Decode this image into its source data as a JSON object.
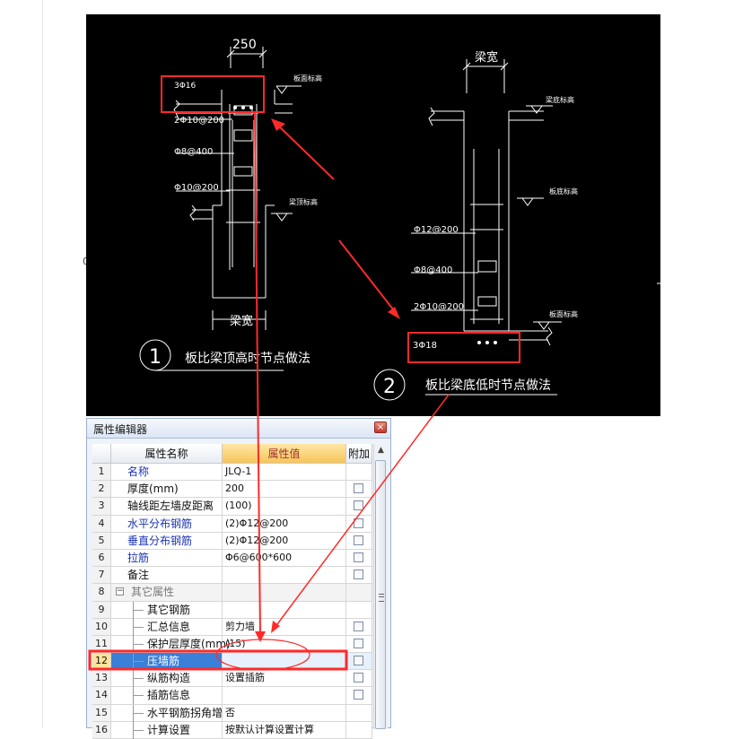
{
  "left_edge_text": "0",
  "drawing": {
    "dim_250": "250",
    "beam_width_top": "梁宽",
    "beam_width_bottom": "梁宽",
    "elev_board_top": "板面标高",
    "elev_beam_top": "梁顶标高",
    "elev_beam_bottom": "梁底标高",
    "elev_board_left": "板底标高",
    "elev_board_right": "板面标高",
    "rebar_3_16": "3Φ16",
    "rebar_2_10_200_left": "2Φ10@200",
    "rebar_8_400_left": "Φ8@400",
    "rebar_10_200_left": "Φ10@200",
    "rebar_12_200": "Φ12@200",
    "rebar_8_400_right": "Φ8@400",
    "rebar_2_10_200_right": "2Φ10@200",
    "rebar_3_18": "3Φ18",
    "circle_1": "1",
    "circle_2": "2",
    "caption_1": "板比梁顶高时节点做法",
    "caption_2": "板比梁底低时节点做法"
  },
  "property_editor": {
    "title": "属性编辑器",
    "close_label": "×",
    "headers": {
      "name": "属性名称",
      "value": "属性值",
      "extra": "附加"
    },
    "rows": [
      {
        "num": "1",
        "name": "名称",
        "value": "JLQ-1",
        "checkbox": false,
        "style": "blue"
      },
      {
        "num": "2",
        "name": "厚度(mm)",
        "value": "200",
        "checkbox": true,
        "style": "normal"
      },
      {
        "num": "3",
        "name": "轴线距左墙皮距离",
        "value": "(100)",
        "checkbox": true,
        "style": "normal"
      },
      {
        "num": "4",
        "name": "水平分布钢筋",
        "value": "(2)Φ12@200",
        "checkbox": true,
        "style": "blue"
      },
      {
        "num": "5",
        "name": "垂直分布钢筋",
        "value": "(2)Φ12@200",
        "checkbox": true,
        "style": "blue"
      },
      {
        "num": "6",
        "name": "拉筋",
        "value": "Φ6@600*600",
        "checkbox": true,
        "style": "blue"
      },
      {
        "num": "7",
        "name": "备注",
        "value": "",
        "checkbox": true,
        "style": "normal"
      },
      {
        "num": "8",
        "name": "其它属性",
        "value": "",
        "checkbox": false,
        "style": "group",
        "expander": "−"
      },
      {
        "num": "9",
        "name": "其它钢筋",
        "value": "",
        "checkbox": false,
        "style": "sub"
      },
      {
        "num": "10",
        "name": "汇总信息",
        "value": "剪力墙",
        "checkbox": true,
        "style": "sub"
      },
      {
        "num": "11",
        "name": "保护层厚度(mm)",
        "value": "(15)",
        "checkbox": true,
        "style": "sub"
      },
      {
        "num": "12",
        "name": "压墙筋",
        "value": "",
        "checkbox": true,
        "style": "sub-selected"
      },
      {
        "num": "13",
        "name": "纵筋构造",
        "value": "设置插筋",
        "checkbox": true,
        "style": "sub"
      },
      {
        "num": "14",
        "name": "插筋信息",
        "value": "",
        "checkbox": true,
        "style": "sub"
      },
      {
        "num": "15",
        "name": "水平钢筋拐角增",
        "value": "否",
        "checkbox": false,
        "style": "sub"
      },
      {
        "num": "16",
        "name": "计算设置",
        "value": "按默认计算设置计算",
        "checkbox": false,
        "style": "sub"
      }
    ],
    "scroll_up": "▲"
  }
}
